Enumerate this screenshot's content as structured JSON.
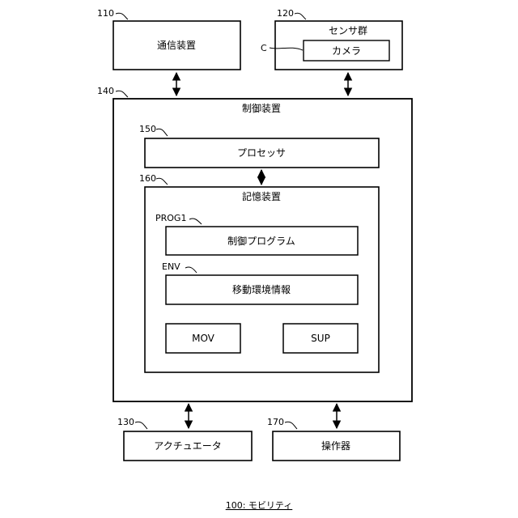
{
  "diagram": {
    "caption": "100: モビリティ",
    "comm_device": {
      "ref": "110",
      "label": "通信装置"
    },
    "sensor_group": {
      "ref": "120",
      "label": "センサ群",
      "camera": {
        "ref": "C",
        "label": "カメラ"
      }
    },
    "control_device": {
      "ref": "140",
      "label": "制御装置",
      "processor": {
        "ref": "150",
        "label": "プロセッサ"
      },
      "storage": {
        "ref": "160",
        "label": "記憶装置",
        "control_program": {
          "ref": "PROG1",
          "label": "制御プログラム"
        },
        "env_info": {
          "ref": "ENV",
          "label": "移動環境情報"
        },
        "mov": {
          "label": "MOV"
        },
        "sup": {
          "label": "SUP"
        }
      }
    },
    "actuator": {
      "ref": "130",
      "label": "アクチュエータ"
    },
    "operator": {
      "ref": "170",
      "label": "操作器"
    }
  }
}
